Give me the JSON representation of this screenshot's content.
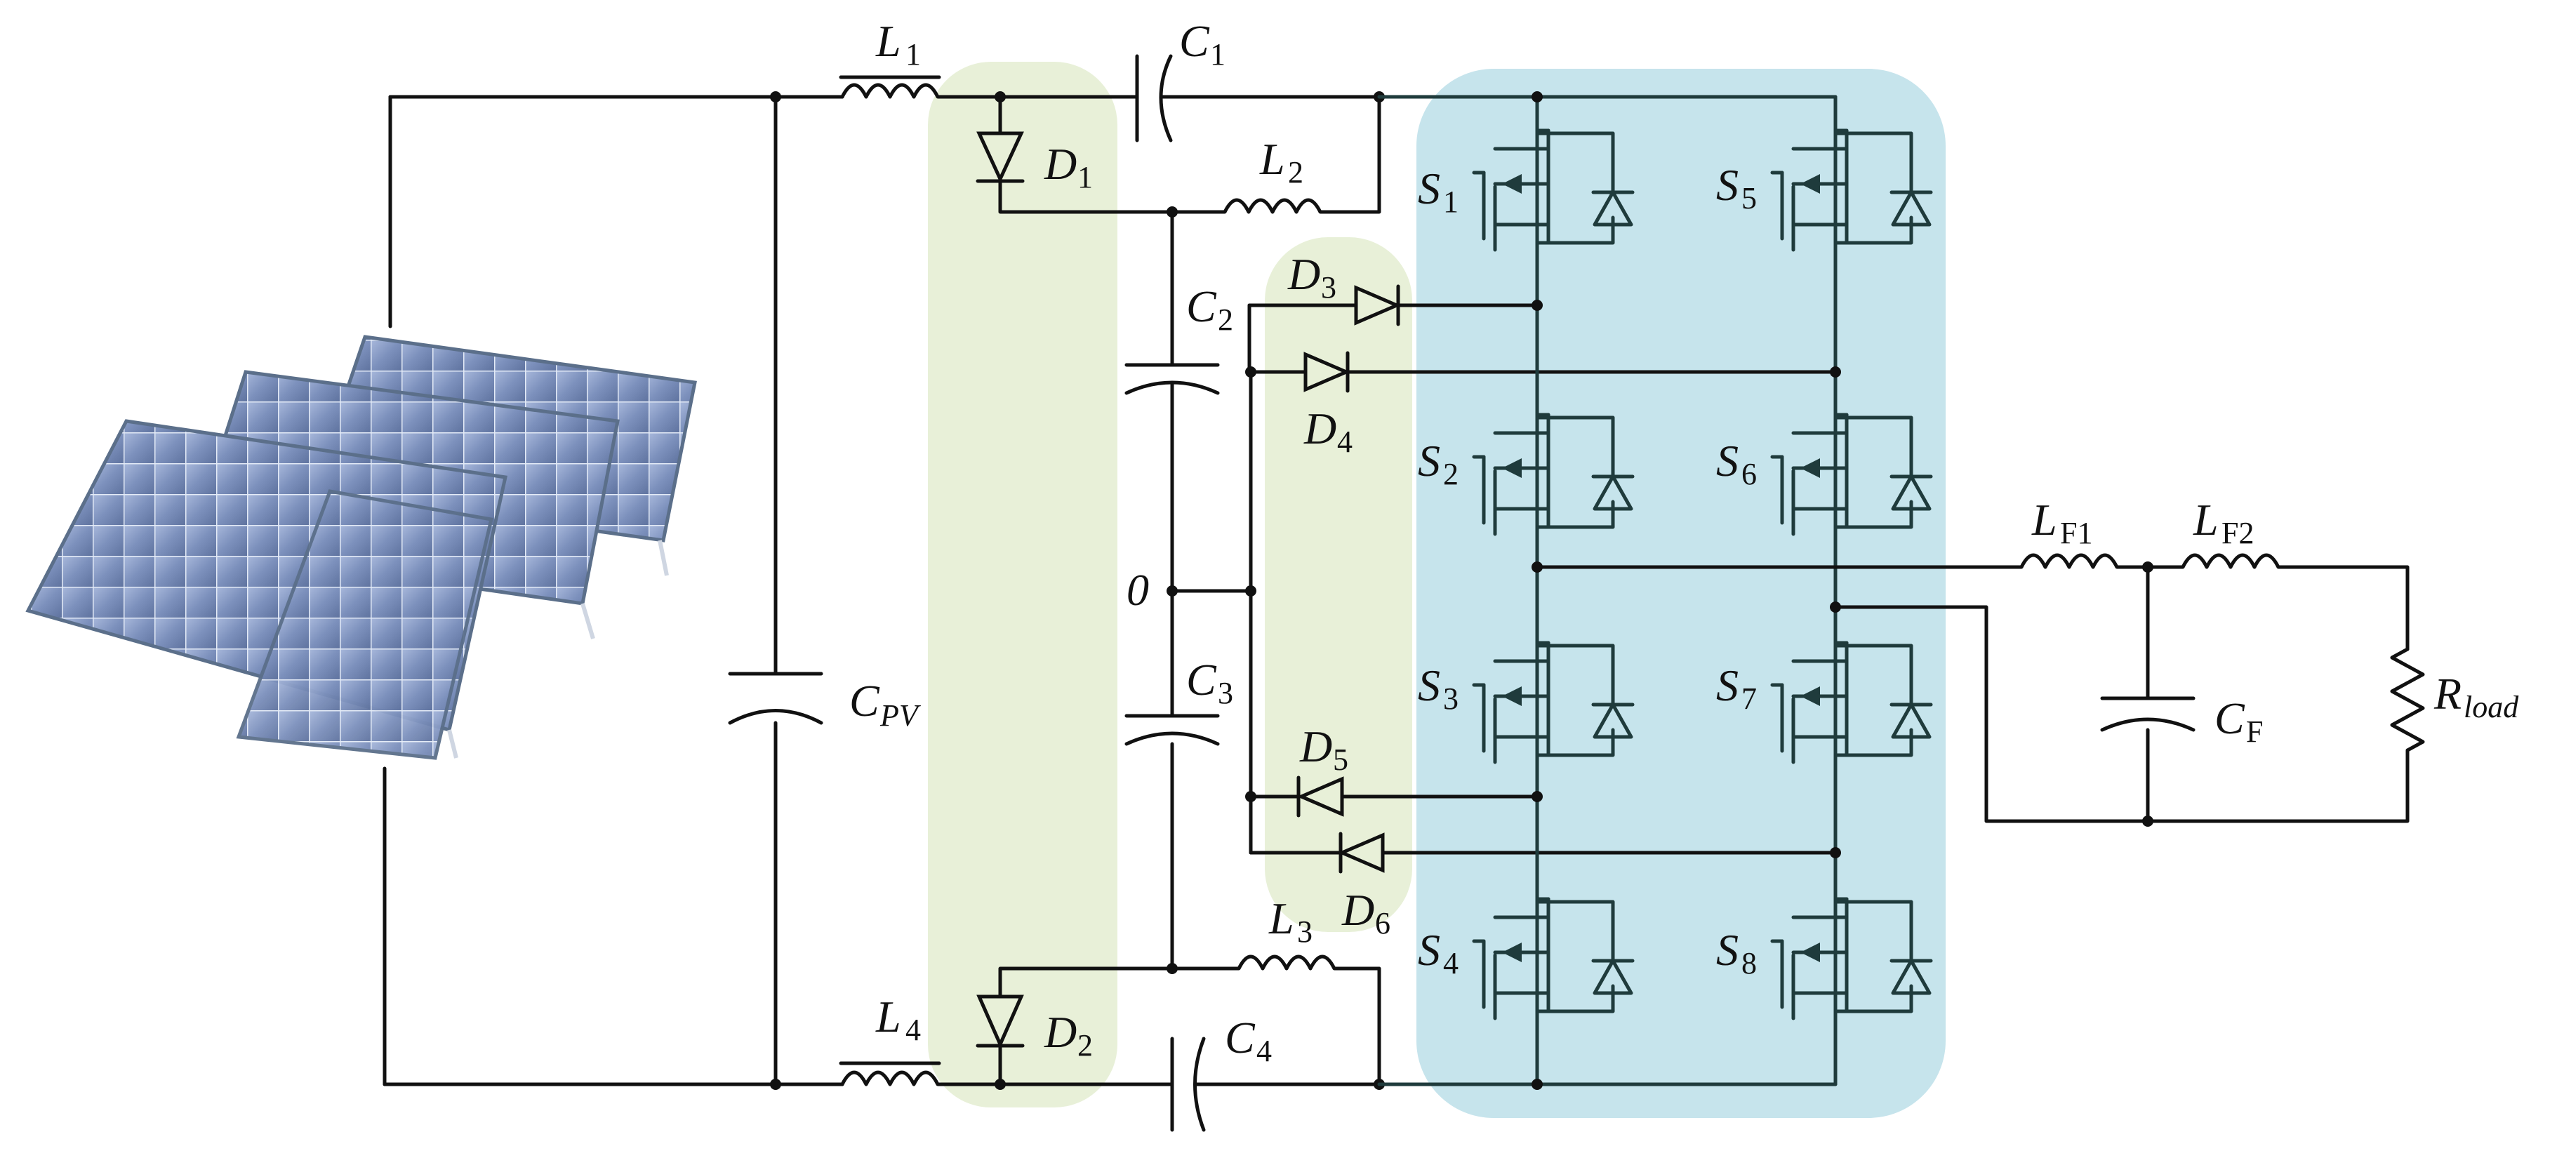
{
  "labels": {
    "L1": {
      "main": "L",
      "sub": "1"
    },
    "L2": {
      "main": "L",
      "sub": "2"
    },
    "L3": {
      "main": "L",
      "sub": "3"
    },
    "L4": {
      "main": "L",
      "sub": "4"
    },
    "C1": {
      "main": "C",
      "sub": "1"
    },
    "C2": {
      "main": "C",
      "sub": "2"
    },
    "C3": {
      "main": "C",
      "sub": "3"
    },
    "C4": {
      "main": "C",
      "sub": "4"
    },
    "CPV": {
      "main": "C",
      "sub": "PV"
    },
    "D1": {
      "main": "D",
      "sub": "1"
    },
    "D2": {
      "main": "D",
      "sub": "2"
    },
    "D3": {
      "main": "D",
      "sub": "3"
    },
    "D4": {
      "main": "D",
      "sub": "4"
    },
    "D5": {
      "main": "D",
      "sub": "5"
    },
    "D6": {
      "main": "D",
      "sub": "6"
    },
    "S1": {
      "main": "S",
      "sub": "1"
    },
    "S2": {
      "main": "S",
      "sub": "2"
    },
    "S3": {
      "main": "S",
      "sub": "3"
    },
    "S4": {
      "main": "S",
      "sub": "4"
    },
    "S5": {
      "main": "S",
      "sub": "5"
    },
    "S6": {
      "main": "S",
      "sub": "6"
    },
    "S7": {
      "main": "S",
      "sub": "7"
    },
    "S8": {
      "main": "S",
      "sub": "8"
    },
    "LF1": {
      "main": "L",
      "sub": "F1"
    },
    "LF2": {
      "main": "L",
      "sub": "F2"
    },
    "CF": {
      "main": "C",
      "sub": "F"
    },
    "Rload": {
      "main": "R",
      "sub": "load"
    },
    "zero": "0"
  },
  "colors": {
    "wire": "#111111",
    "switch_wire": "#1f3b3c",
    "diode_highlight": "#e8f0d8",
    "switch_highlight": "#c6e4ec",
    "panel_frame": "#5b6f8a",
    "panel_cell": "#7f93ba"
  },
  "icons": [
    "solar-panel-array-icon"
  ]
}
